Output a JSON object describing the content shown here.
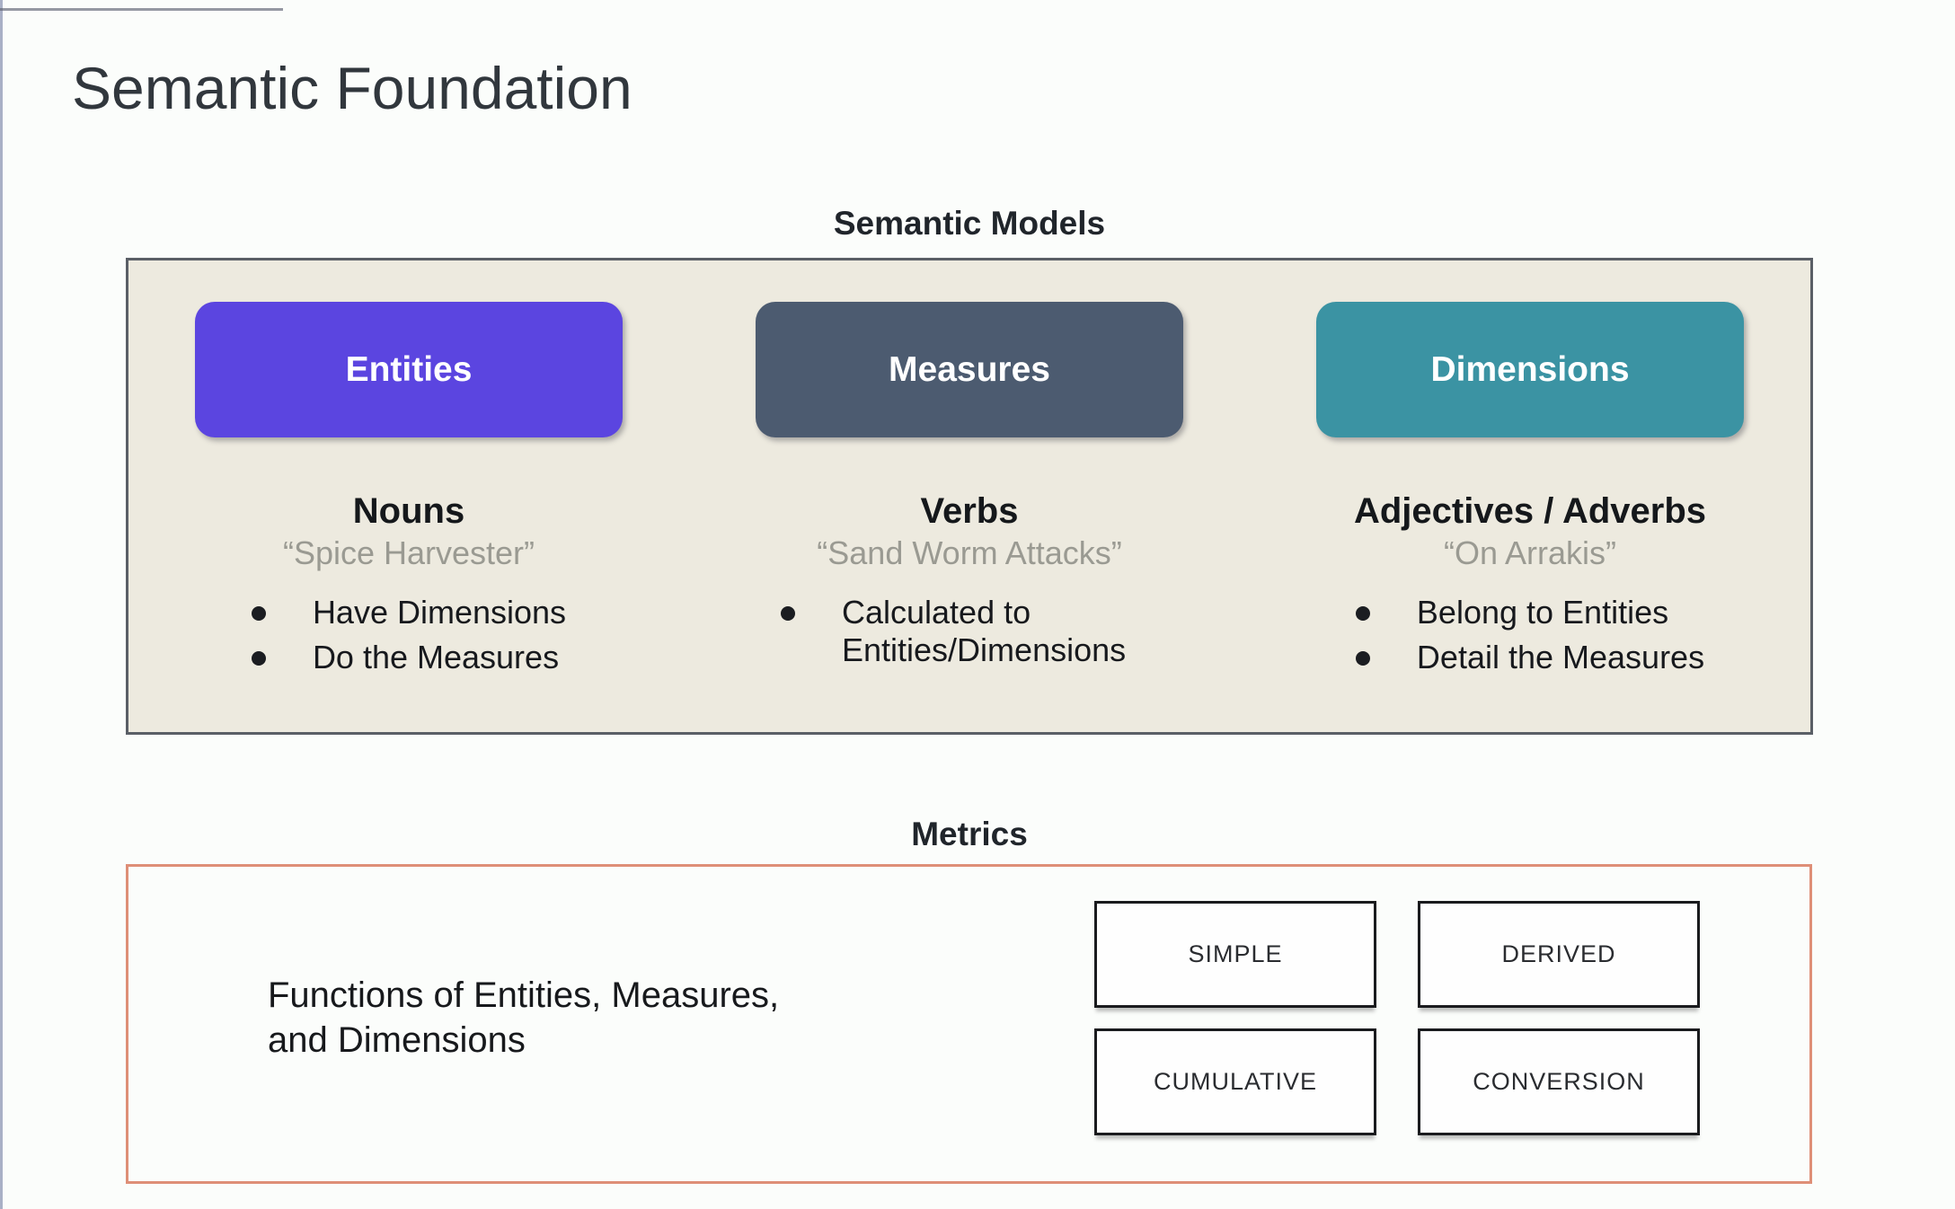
{
  "page": {
    "title": "Semantic Foundation",
    "background": "#fbfdfb"
  },
  "models": {
    "heading": "Semantic Models",
    "panel_bg": "#edeadf",
    "panel_border": "#5a5f66",
    "columns": [
      {
        "button_label": "Entities",
        "button_color": "#5b45e0",
        "word_type": "Nouns",
        "example": "“Spice Harvester”",
        "bullets": [
          "Have Dimensions",
          "Do the Measures"
        ]
      },
      {
        "button_label": "Measures",
        "button_color": "#4c5b70",
        "word_type": "Verbs",
        "example": "“Sand Worm Attacks”",
        "bullets": [
          "Calculated to Entities/Dimensions"
        ]
      },
      {
        "button_label": "Dimensions",
        "button_color": "#3b93a3",
        "word_type": "Adjectives / Adverbs",
        "example": "“On Arrakis”",
        "bullets": [
          "Belong to Entities",
          "Detail the Measures"
        ]
      }
    ]
  },
  "metrics": {
    "heading": "Metrics",
    "panel_border": "#de8f77",
    "description": "Functions of Entities, Measures,\nand Dimensions",
    "types": [
      "SIMPLE",
      "DERIVED",
      "CUMULATIVE",
      "CONVERSION"
    ]
  }
}
